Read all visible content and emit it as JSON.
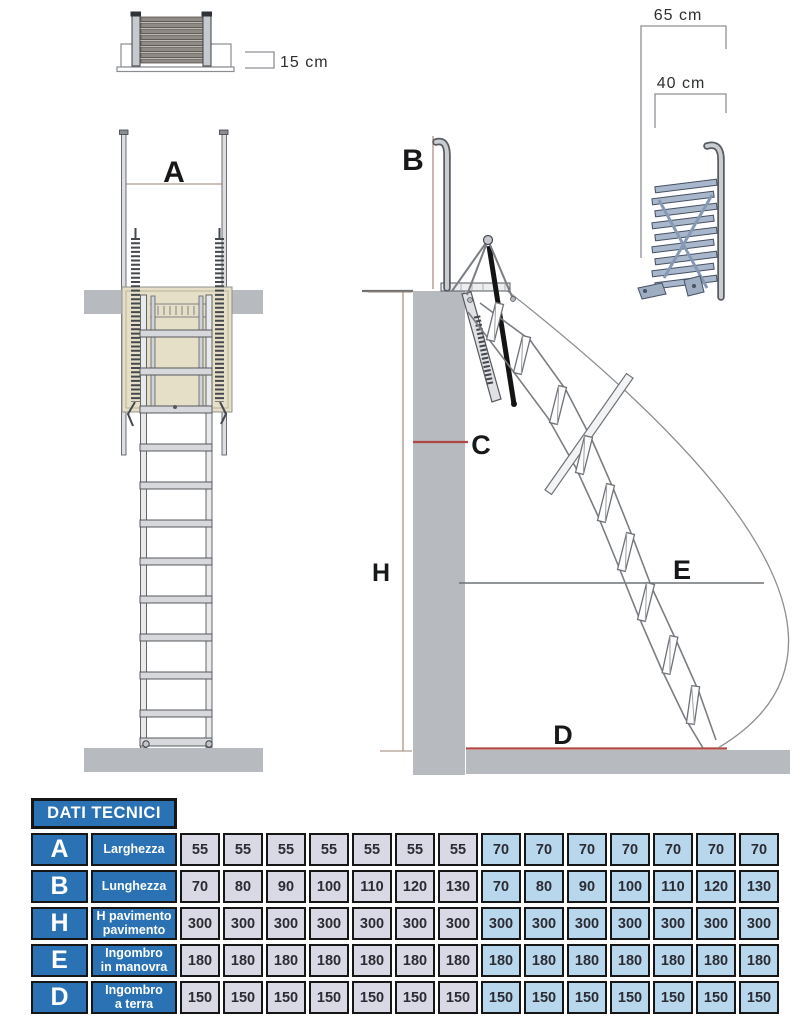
{
  "diagram": {
    "labels": {
      "a": "A",
      "b": "B",
      "c": "C",
      "d": "D",
      "e": "E",
      "h": "H"
    },
    "dims": {
      "thickness": "15 cm",
      "depth_total": "65 cm",
      "depth_folded": "40 cm"
    },
    "colors": {
      "wall_gray": "#b7babe",
      "hatch_beige": "#e6dfc7",
      "red_line": "#b04743"
    }
  },
  "table": {
    "title": "DATI TECNICI",
    "header_bg": "#2a72b4",
    "group1_bg": "#d9d9e5",
    "group2_bg": "#b8d7ec",
    "rows": [
      {
        "letter": "A",
        "label": "Larghezza",
        "values": [
          "55",
          "55",
          "55",
          "55",
          "55",
          "55",
          "55",
          "70",
          "70",
          "70",
          "70",
          "70",
          "70",
          "70"
        ]
      },
      {
        "letter": "B",
        "label": "Lunghezza",
        "values": [
          "70",
          "80",
          "90",
          "100",
          "110",
          "120",
          "130",
          "70",
          "80",
          "90",
          "100",
          "110",
          "120",
          "130"
        ]
      },
      {
        "letter": "H",
        "label": "H pavimento\npavimento",
        "values": [
          "300",
          "300",
          "300",
          "300",
          "300",
          "300",
          "300",
          "300",
          "300",
          "300",
          "300",
          "300",
          "300",
          "300"
        ]
      },
      {
        "letter": "E",
        "label": "Ingombro\nin manovra",
        "values": [
          "180",
          "180",
          "180",
          "180",
          "180",
          "180",
          "180",
          "180",
          "180",
          "180",
          "180",
          "180",
          "180",
          "180"
        ]
      },
      {
        "letter": "D",
        "label": "Ingombro\na terra",
        "values": [
          "150",
          "150",
          "150",
          "150",
          "150",
          "150",
          "150",
          "150",
          "150",
          "150",
          "150",
          "150",
          "150",
          "150"
        ]
      }
    ]
  }
}
